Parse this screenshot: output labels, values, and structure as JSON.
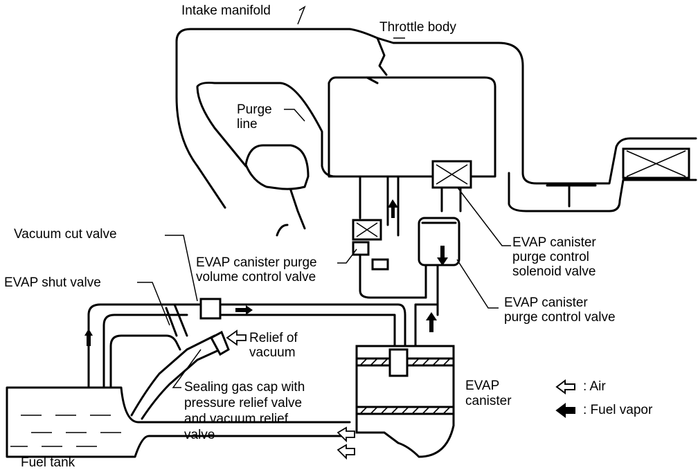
{
  "labels": {
    "intake_manifold": "Intake manifold",
    "throttle_body": "Throttle body",
    "purge_line_1": "Purge",
    "purge_line_2": "line",
    "vacuum_cut_valve": "Vacuum cut valve",
    "volume_ctrl_1": "EVAP canister purge",
    "volume_ctrl_2": "volume control valve",
    "solenoid_1": "EVAP canister",
    "solenoid_2": "purge control",
    "solenoid_3": "solenoid valve",
    "purge_ctrl_1": "EVAP canister",
    "purge_ctrl_2": "purge control valve",
    "shut_valve": "EVAP shut valve",
    "relief_1": "Relief of",
    "relief_2": "vacuum",
    "gas_cap_1": "Sealing gas cap with",
    "gas_cap_2": "pressure relief valve",
    "gas_cap_3": "and vacuum relief",
    "gas_cap_4": "valve",
    "canister_1": "EVAP",
    "canister_2": "canister",
    "fuel_tank": "Fuel tank"
  },
  "legend": {
    "air": ": Air",
    "fuel_vapor": ": Fuel vapor"
  }
}
